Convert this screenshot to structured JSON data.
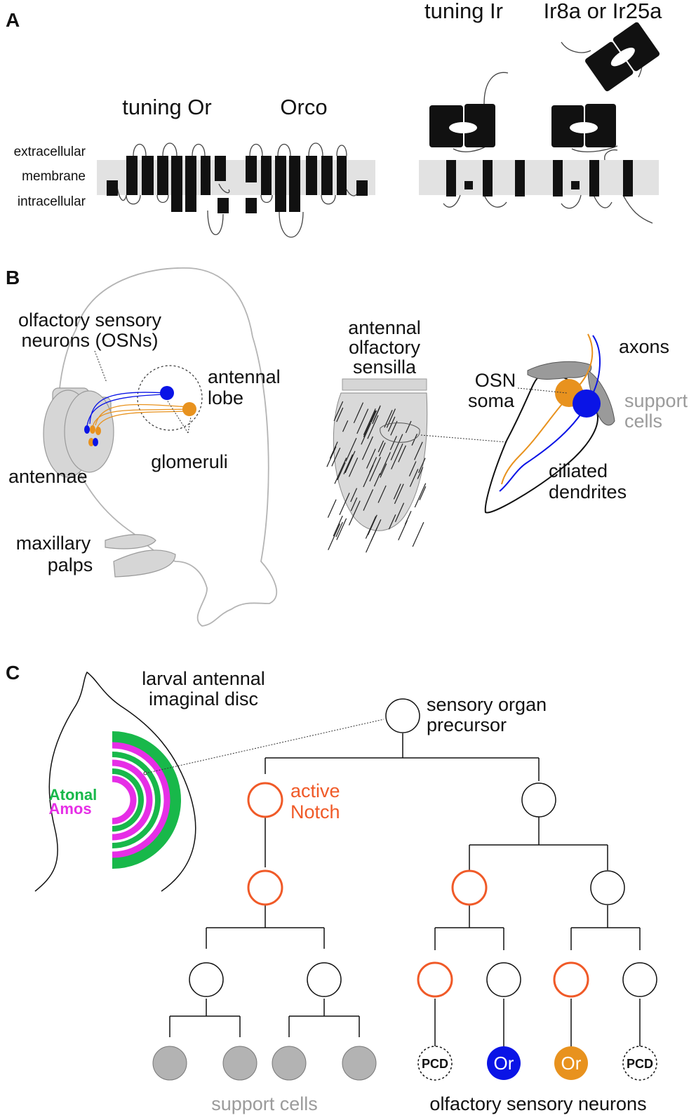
{
  "panels": {
    "a": "A",
    "b": "B",
    "c": "C"
  },
  "panel_a": {
    "membrane_labels": [
      "extracellular",
      "membrane",
      "intracellular"
    ],
    "tuning_or": "tuning Or",
    "orco": "Orco",
    "tuning_ir": "tuning Ir",
    "ir_coreceptor": "Ir8a or Ir25a"
  },
  "panel_b": {
    "osn_line1": "olfactory sensory",
    "osn_line2": "neurons (OSNs)",
    "antennal_lobe_1": "antennal",
    "antennal_lobe_2": "lobe",
    "glomeruli": "glomeruli",
    "antennae": "antennae",
    "maxillary_1": "maxillary",
    "maxillary_2": "palps",
    "sensilla_1": "antennal",
    "sensilla_2": "olfactory",
    "sensilla_3": "sensilla",
    "axons": "axons",
    "osn_soma_1": "OSN",
    "osn_soma_2": "soma",
    "support_1": "support",
    "support_2": "cells",
    "dendrites_1": "ciliated",
    "dendrites_2": "dendrites"
  },
  "panel_c": {
    "disc_1": "larval antennal",
    "disc_2": "imaginal disc",
    "atonal": "Atonal",
    "amos": "Amos",
    "sop_1": "sensory organ",
    "sop_2": "precursor",
    "notch_1": "active",
    "notch_2": "Notch",
    "pcd": "PCD",
    "or": "Or",
    "support_cells": "support cells",
    "osns": "olfactory sensory neurons"
  },
  "colors": {
    "notch_active": "#f05a28",
    "or_blue": "#0a14e6",
    "or_orange": "#e8921e",
    "atonal_green": "#18b84a",
    "amos_magenta": "#e62ee6",
    "support_grey": "#b3b3b3",
    "membrane_grey": "#e2e2e2"
  }
}
